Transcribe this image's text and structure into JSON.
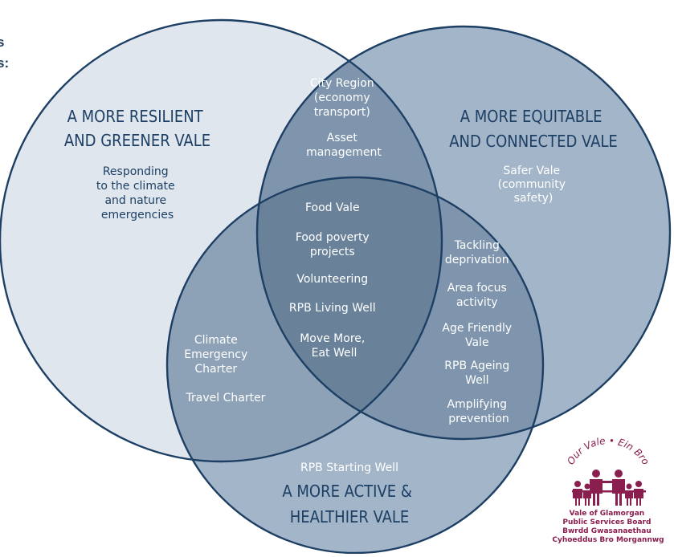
{
  "intro_fragment": [
    "s",
    "s:"
  ],
  "colors": {
    "outline": "#1d3f64",
    "circle_left": "#dfe6ee",
    "circle_right": "#a3b5c8",
    "circle_bottom": "#a3b5c8",
    "overlap_left_bottom": "#8ea2b7",
    "overlap_top": "#7f95ad",
    "overlap_right_bottom": "#7f95ad",
    "center": "#6a8299",
    "heading_dark": "#1d3f64",
    "text_white": "#ffffff",
    "logo": "#8a1e4f"
  },
  "left": {
    "heading": [
      "A MORE RESILIENT",
      "AND GREENER VALE"
    ],
    "items": [
      "Responding",
      "to the climate",
      "and nature",
      "emergencies"
    ]
  },
  "right": {
    "heading": [
      "A MORE EQUITABLE",
      "AND CONNECTED VALE"
    ],
    "items": [
      "Safer Vale",
      "(community",
      "safety)"
    ]
  },
  "bottom": {
    "item": "RPB Starting Well",
    "heading": [
      "A MORE ACTIVE &",
      "HEALTHIER VALE"
    ]
  },
  "top_overlap": [
    "City Region",
    "(economy",
    "transport)",
    "Asset",
    "management"
  ],
  "center": [
    "Food Vale",
    "Food poverty",
    "projects",
    "Volunteering",
    "RPB Living Well",
    "Move More,",
    "Eat Well"
  ],
  "left_bottom_overlap": [
    "Climate",
    "Emergency",
    "Charter",
    "Travel Charter"
  ],
  "right_bottom_overlap": [
    "Tackling",
    "deprivation",
    "Area focus",
    "activity",
    "Age Friendly",
    "Vale",
    "RPB Ageing",
    "Well",
    "Amplifying",
    "prevention"
  ],
  "logo": {
    "arc_text": "Our Vale • Ein Bro",
    "lines": [
      "Vale of Glamorgan",
      "Public Services Board",
      "Bwrdd Gwasanaethau",
      "Cyhoeddus Bro Morgannwg"
    ]
  }
}
